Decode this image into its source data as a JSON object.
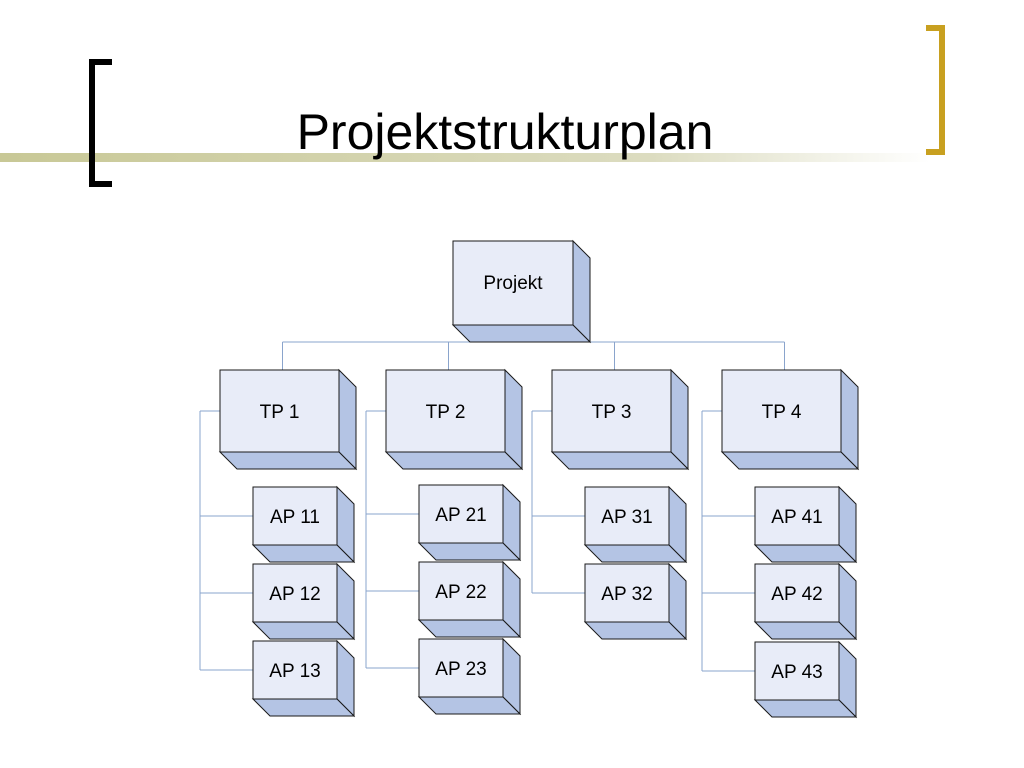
{
  "slide": {
    "title": "Projektstrukturplan"
  },
  "colors": {
    "bracket_left": "#000000",
    "bracket_right": "#c8a020",
    "rule": "#c8c896",
    "box_front": "#e8ecf8",
    "box_side": "#b4c4e4",
    "box_edge": "#1a1a1a",
    "connector": "#8aa4cc"
  },
  "tree": {
    "root": {
      "label": "Projekt"
    },
    "children": [
      {
        "label": "TP 1",
        "items": [
          "AP 11",
          "AP 12",
          "AP 13"
        ]
      },
      {
        "label": "TP 2",
        "items": [
          "AP 21",
          "AP 22",
          "AP 23"
        ]
      },
      {
        "label": "TP 3",
        "items": [
          "AP 31",
          "AP 32"
        ]
      },
      {
        "label": "TP 4",
        "items": [
          "AP 41",
          "AP 42",
          "AP 43"
        ]
      }
    ]
  }
}
